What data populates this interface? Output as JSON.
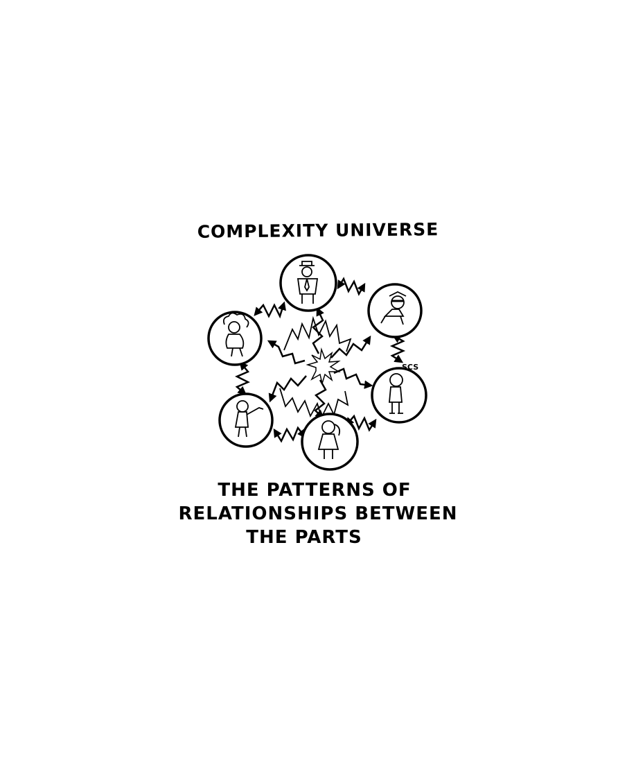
{
  "title": "COMPLEXITY UNIVERSE",
  "caption": {
    "line1": "THE PATTERNS OF",
    "line2": "RELATIONSHIPS BETWEEN",
    "line3": "THE PARTS"
  },
  "signature": "SCS",
  "nodes": [
    {
      "id": "top",
      "figure": "man-in-hat"
    },
    {
      "id": "top-right",
      "figure": "person-with-sunglasses"
    },
    {
      "id": "right",
      "figure": "bald-man"
    },
    {
      "id": "bottom",
      "figure": "girl-with-ponytail"
    },
    {
      "id": "bottom-left",
      "figure": "man-pointing"
    },
    {
      "id": "left",
      "figure": "curly-haired-woman"
    }
  ]
}
